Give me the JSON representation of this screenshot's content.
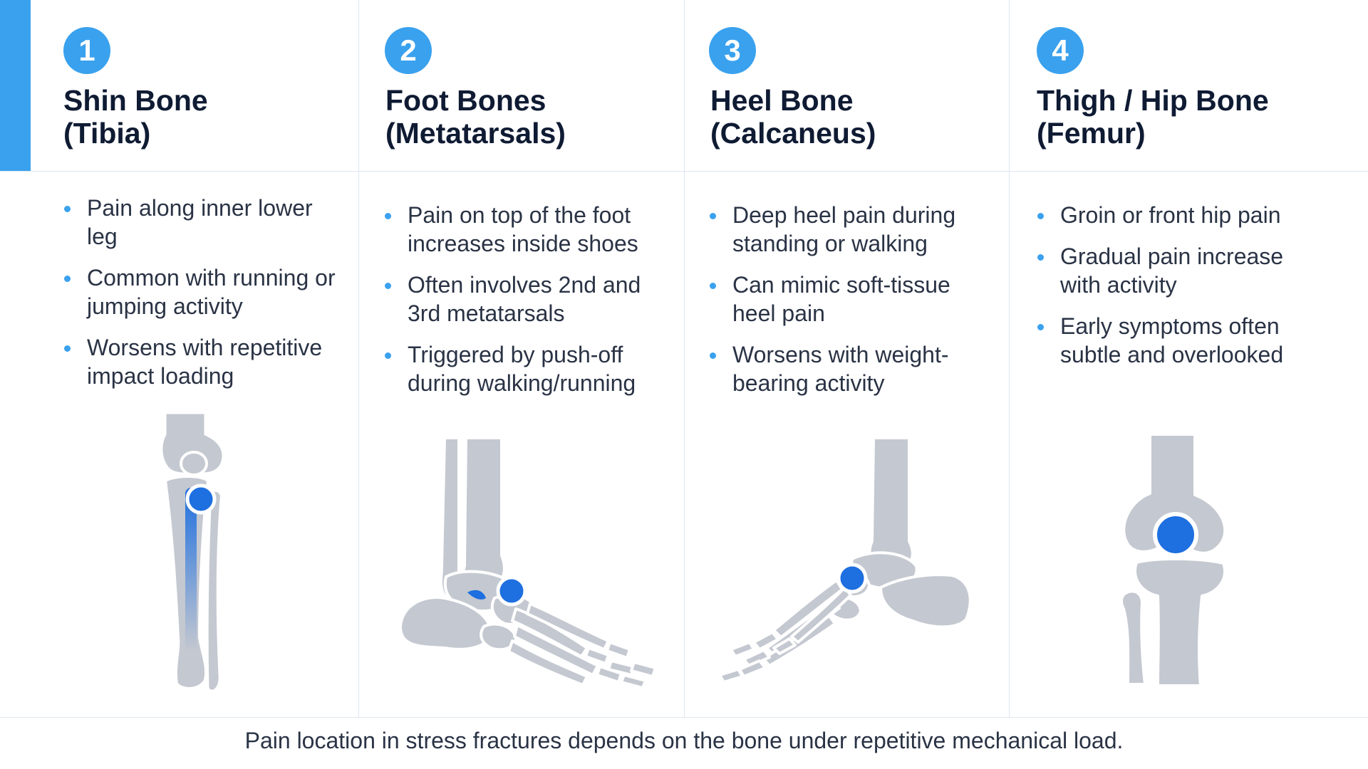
{
  "colors": {
    "accent": "#3aa1ee",
    "bone": "#c4c8d0",
    "marker": "#1e6fe0",
    "title_text": "#0f1b33",
    "body_text": "#2a3345"
  },
  "panels": [
    {
      "number": "1",
      "title_line1": "Shin Bone",
      "title_line2": "(Tibia)",
      "bullets": [
        "Pain along inner lower leg",
        "Common with running or jumping activity",
        "Worsens with repetitive impact loading"
      ],
      "icon": "tibia-icon"
    },
    {
      "number": "2",
      "title_line1": "Foot Bones",
      "title_line2": "(Metatarsals)",
      "bullets": [
        "Pain on top of the foot increases inside shoes",
        "Often involves 2nd and 3rd metatarsals",
        "Triggered by push-off during walking/running"
      ],
      "icon": "foot-icon"
    },
    {
      "number": "3",
      "title_line1": "Heel Bone",
      "title_line2": "(Calcaneus)",
      "bullets": [
        "Deep heel pain during standing or walking",
        "Can mimic soft-tissue heel pain",
        "Worsens with weight-bearing activity"
      ],
      "icon": "heel-icon"
    },
    {
      "number": "4",
      "title_line1": "Thigh / Hip Bone",
      "title_line2": "(Femur)",
      "bullets": [
        "Groin or front hip pain",
        "Gradual pain increase with activity",
        "Early symptoms often subtle and overlooked"
      ],
      "icon": "femur-icon"
    }
  ],
  "footer": "Pain location in stress fractures depends on the bone under repetitive mechanical load."
}
